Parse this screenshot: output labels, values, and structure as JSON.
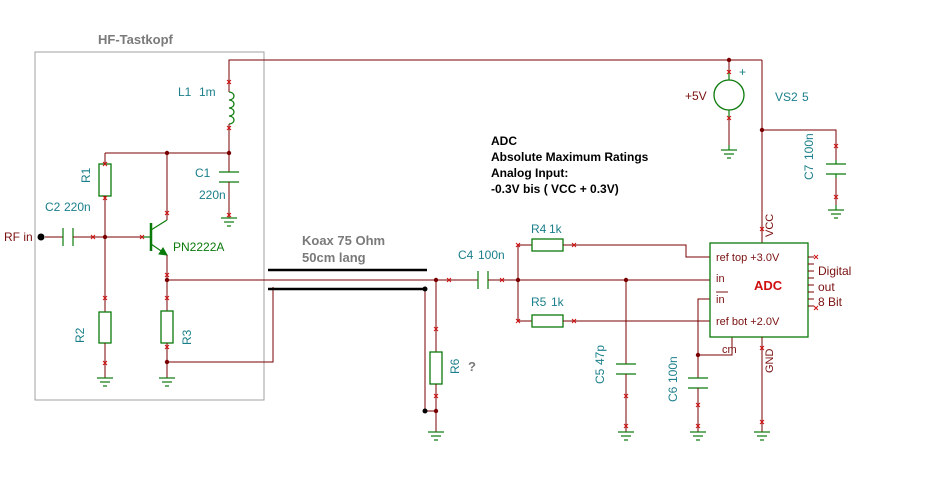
{
  "title": "HF-Tastkopf",
  "components": {
    "L1": {
      "name": "L1",
      "value": "1m"
    },
    "C1": {
      "name": "C1",
      "value": "220n"
    },
    "R1": {
      "name": "R1"
    },
    "R2": {
      "name": "R2"
    },
    "R3": {
      "name": "R3"
    },
    "C2": {
      "name": "C2",
      "value": "220n"
    },
    "Q1": {
      "name": "PN2222A"
    },
    "VS2": {
      "name": "VS2",
      "value": "5",
      "polarity": "+",
      "voltage": "+5V"
    },
    "C7": {
      "name": "C7",
      "value": "100n"
    },
    "C4": {
      "name": "C4",
      "value": "100n"
    },
    "R4": {
      "name": "R4",
      "value": "1k"
    },
    "R5": {
      "name": "R5",
      "value": "1k"
    },
    "R6": {
      "name": "R6",
      "note": "?"
    },
    "C5": {
      "name": "C5",
      "value": "47p"
    },
    "C6": {
      "name": "C6",
      "value": "100n"
    }
  },
  "rf_in": "RF in",
  "coax": {
    "line1": "Koax 75 Ohm",
    "line2": "50cm lang"
  },
  "note": {
    "line1": "ADC",
    "line2": "Absolute Maximum Ratings",
    "line3": "Analog Input:",
    "line4": "-0.3V bis ( VCC + 0.3V)"
  },
  "adc": {
    "name": "ADC",
    "pins": {
      "ref_top": "ref top +3.0V",
      "in": "in",
      "in_bar": "in",
      "ref_bot": "ref bot +2.0V",
      "cm": "cm",
      "vcc": "VCC",
      "gnd": "GND"
    },
    "digital": {
      "line1": "Digital",
      "line2": "out",
      "line3": "8 Bit"
    }
  }
}
